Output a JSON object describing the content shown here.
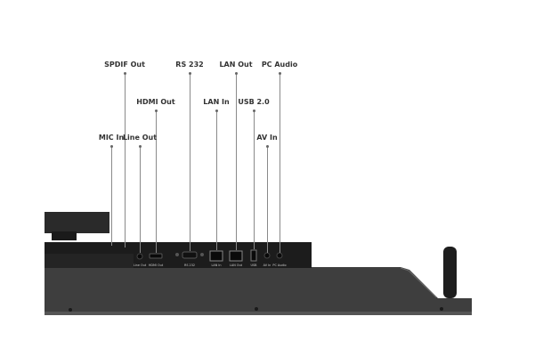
{
  "callouts": [
    {
      "label": "SPDIF Out"
    },
    {
      "label": "RS 232"
    },
    {
      "label": "LAN Out"
    },
    {
      "label": "PC Audio"
    },
    {
      "label": "HDMI Out"
    },
    {
      "label": "LAN In"
    },
    {
      "label": "USB 2.0"
    },
    {
      "label": "MIC In"
    },
    {
      "label": "Line Out"
    },
    {
      "label": "AV In"
    }
  ],
  "port_labels": [
    "Line Out",
    "HDMI Out",
    "RS 232",
    "LAN In",
    "LAN Out",
    "USB",
    "AV In",
    "PC Audio"
  ],
  "colors": {
    "body": "#3d3d3d",
    "panel": "#1c1c1c",
    "line": "#8a8a8a",
    "text": "#333333"
  }
}
